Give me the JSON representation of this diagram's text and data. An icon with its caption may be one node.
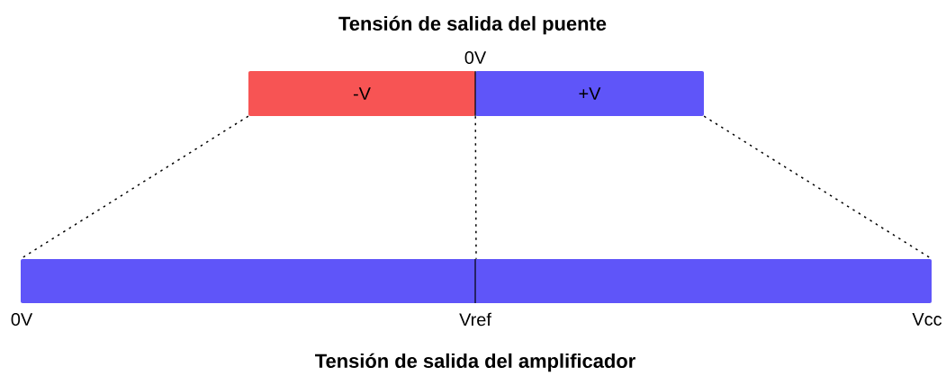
{
  "diagram": {
    "title": "Tensión de salida del puente",
    "caption": "Tensión de salida del amplificador",
    "nodes": [
      {
        "text": [
          "-V"
        ]
      },
      {
        "text": [
          "+V"
        ]
      },
      {
        "text": [],
        "shape": "bar",
        "beside": [
          "0V",
          "Vref",
          "Vcc"
        ]
      }
    ],
    "edges": [
      {
        "from": 0,
        "to": 2,
        "arrow": "none",
        "style": "dashed"
      },
      {
        "from": 1,
        "to": 2,
        "arrow": "none",
        "style": "dashed"
      },
      {
        "from": 0,
        "to": 2,
        "arrow": "none",
        "style": "dashed"
      }
    ],
    "labels": [
      "0V"
    ]
  }
}
